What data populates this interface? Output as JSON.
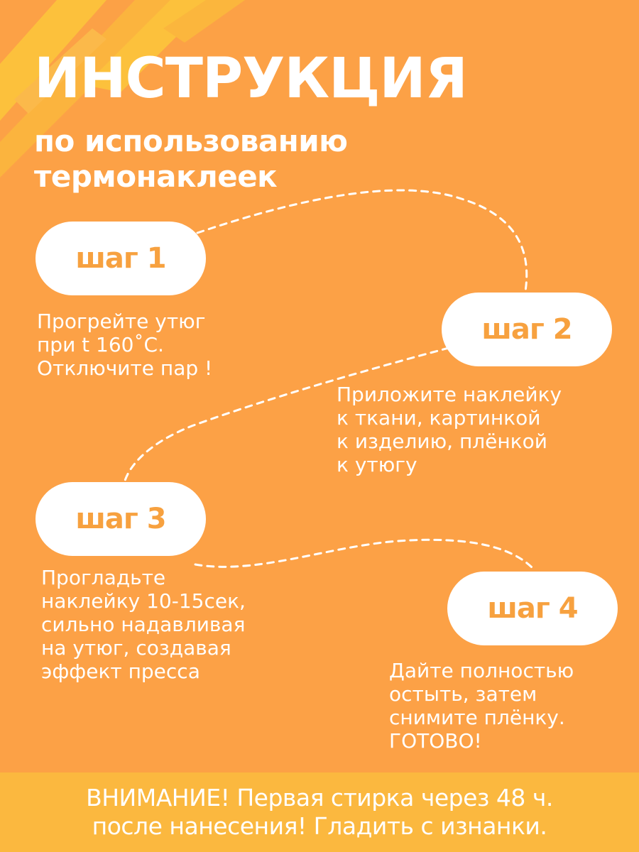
{
  "header": {
    "title": "ИНСТРУКЦИЯ",
    "subtitle_lines": [
      "по использованию",
      "термонаклеек"
    ]
  },
  "steps": [
    {
      "label": "шаг 1",
      "text_lines": [
        "Прогрейте утюг",
        "при t 160˚С.",
        "Отключите пар !"
      ]
    },
    {
      "label": "шаг 2",
      "text_lines": [
        "Приложите наклейку",
        "к ткани, картинкой",
        "к изделию, плёнкой",
        "к утюгу"
      ]
    },
    {
      "label": "шаг 3",
      "text_lines": [
        "Прогладьте",
        "наклейку 10-15сек,",
        "сильно надавливая",
        "на утюг, создавая",
        "эффект пресса"
      ]
    },
    {
      "label": "шаг 4",
      "text_lines": [
        "Дайте полностью",
        "остыть, затем",
        "снимите плёнку.",
        "ГОТОВО!"
      ]
    }
  ],
  "notice": {
    "lines": [
      "ВНИМАНИЕ! Первая стирка через 48 ч.",
      "после нанесения! Гладить с изнанки."
    ]
  },
  "colors": {
    "background": "#fca146",
    "accent_text": "#f7a13f",
    "notice_band": "#fbb83f",
    "brush": "#fcc13c"
  }
}
